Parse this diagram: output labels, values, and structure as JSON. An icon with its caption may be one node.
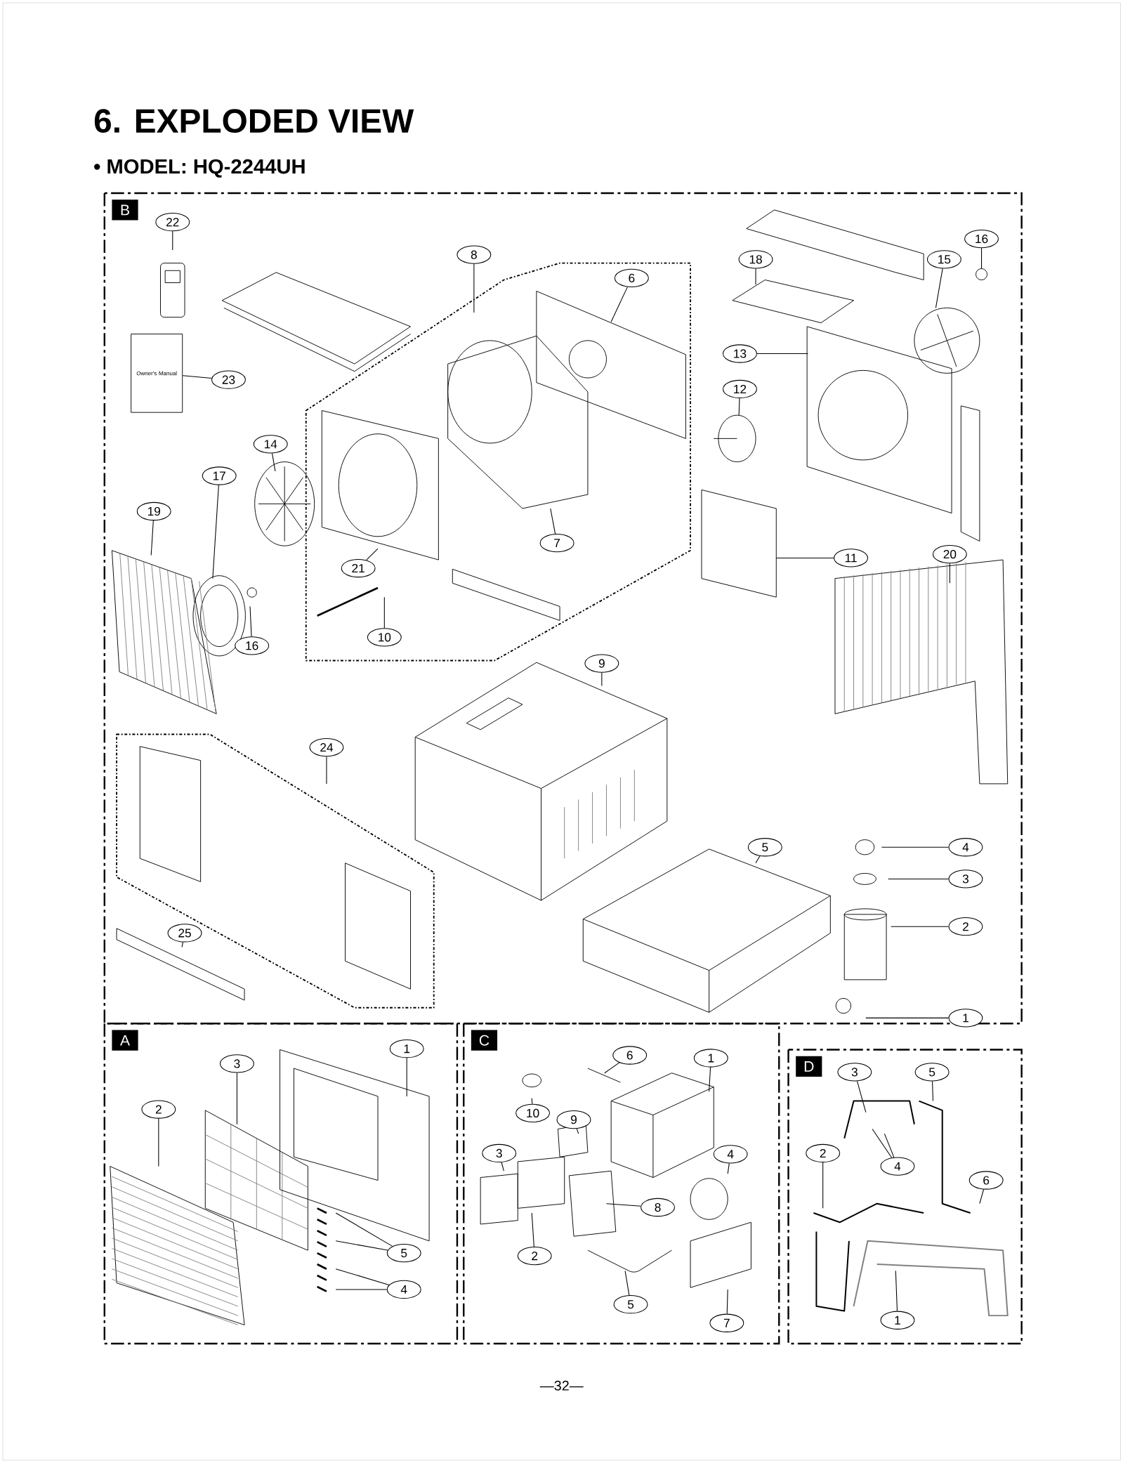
{
  "diagram": {
    "title": "6. EXPLODED VIEW",
    "nodes": [
      {
        "text": [
          "B"
        ]
      },
      {
        "text": [
          "22"
        ],
        "in": 0
      },
      {
        "text": [
          "23"
        ],
        "in": 0
      },
      {
        "text": [
          "8"
        ],
        "in": 0
      },
      {
        "text": [
          "6"
        ],
        "in": 0
      },
      {
        "text": [
          "18"
        ],
        "in": 0
      },
      {
        "text": [
          "15"
        ],
        "in": 0
      },
      {
        "text": [
          "16"
        ],
        "in": 0
      },
      {
        "text": [
          "13"
        ],
        "in": 0
      },
      {
        "text": [
          "12"
        ],
        "in": 0
      },
      {
        "text": [
          "14"
        ],
        "in": 0
      },
      {
        "text": [
          "17"
        ],
        "in": 0
      },
      {
        "text": [
          "19"
        ],
        "in": 0
      },
      {
        "text": [
          "21"
        ],
        "in": 0
      },
      {
        "text": [
          "7"
        ],
        "in": 0
      },
      {
        "text": [
          "10"
        ],
        "in": 0
      },
      {
        "text": [
          "16"
        ],
        "in": 0
      },
      {
        "text": [
          "11"
        ],
        "in": 0
      },
      {
        "text": [
          "20"
        ],
        "in": 0
      },
      {
        "text": [
          "9"
        ],
        "in": 0
      },
      {
        "text": [
          "24"
        ],
        "in": 0
      },
      {
        "text": [
          "25"
        ],
        "in": 0
      },
      {
        "text": [
          "5"
        ],
        "in": 0
      },
      {
        "text": [
          "4"
        ],
        "in": 0
      },
      {
        "text": [
          "3"
        ],
        "in": 0
      },
      {
        "text": [
          "2"
        ],
        "in": 0
      },
      {
        "text": [
          "1"
        ],
        "in": 0
      },
      {
        "text": [
          "A"
        ]
      },
      {
        "text": [
          "1"
        ],
        "in": 27
      },
      {
        "text": [
          "3"
        ],
        "in": 27
      },
      {
        "text": [
          "2"
        ],
        "in": 27
      },
      {
        "text": [
          "5"
        ],
        "in": 27
      },
      {
        "text": [
          "4"
        ],
        "in": 27
      },
      {
        "text": [
          "C"
        ]
      },
      {
        "text": [
          "6"
        ],
        "in": 33
      },
      {
        "text": [
          "1"
        ],
        "in": 33
      },
      {
        "text": [
          "10"
        ],
        "in": 33
      },
      {
        "text": [
          "9"
        ],
        "in": 33
      },
      {
        "text": [
          "3"
        ],
        "in": 33
      },
      {
        "text": [
          "4"
        ],
        "in": 33
      },
      {
        "text": [
          "8"
        ],
        "in": 33
      },
      {
        "text": [
          "2"
        ],
        "in": 33
      },
      {
        "text": [
          "5"
        ],
        "in": 33
      },
      {
        "text": [
          "7"
        ],
        "in": 33
      },
      {
        "text": [
          "D"
        ]
      },
      {
        "text": [
          "3"
        ],
        "in": 44
      },
      {
        "text": [
          "5"
        ],
        "in": 44
      },
      {
        "text": [
          "2"
        ],
        "in": 44
      },
      {
        "text": [
          "4"
        ],
        "in": 44
      },
      {
        "text": [
          "6"
        ],
        "in": 44
      },
      {
        "text": [
          "1"
        ],
        "in": 44
      },
      {
        "text": [
          "Owner's Manual"
        ],
        "in": 0
      },
      {
        "text": [],
        "shape": "circle",
        "in": 0
      }
    ],
    "edges": [
      {
        "from": 1,
        "to": null,
        "arrow": "none"
      },
      {
        "from": 2,
        "to": 51,
        "arrow": "none"
      },
      {
        "from": 3,
        "to": null,
        "arrow": "none"
      },
      {
        "from": 4,
        "to": null,
        "arrow": "none"
      },
      {
        "from": 5,
        "to": null,
        "arrow": "none"
      },
      {
        "from": 6,
        "to": null,
        "arrow": "none"
      },
      {
        "from": 7,
        "to": 52,
        "arrow": "none"
      },
      {
        "from": 8,
        "to": null,
        "arrow": "none"
      },
      {
        "from": 9,
        "to": null,
        "arrow": "none"
      },
      {
        "from": 10,
        "to": null,
        "arrow": "none"
      },
      {
        "from": 11,
        "to": null,
        "arrow": "none"
      },
      {
        "from": 12,
        "to": null,
        "arrow": "none"
      },
      {
        "from": 13,
        "to": null,
        "arrow": "none"
      },
      {
        "from": 14,
        "to": null,
        "arrow": "none"
      },
      {
        "from": 15,
        "to": null,
        "arrow": "none"
      },
      {
        "from": 16,
        "to": null,
        "arrow": "none"
      },
      {
        "from": 17,
        "to": null,
        "arrow": "none"
      },
      {
        "from": 18,
        "to": null,
        "arrow": "none"
      },
      {
        "from": 19,
        "to": null,
        "arrow": "none"
      },
      {
        "from": 20,
        "to": null,
        "arrow": "none"
      },
      {
        "from": 21,
        "to": null,
        "arrow": "none"
      },
      {
        "from": 22,
        "to": null,
        "arrow": "none"
      },
      {
        "from": 23,
        "to": null,
        "arrow": "none"
      },
      {
        "from": 24,
        "to": null,
        "arrow": "none"
      },
      {
        "from": 25,
        "to": null,
        "arrow": "none"
      },
      {
        "from": 26,
        "to": null,
        "arrow": "none"
      },
      {
        "from": 28,
        "to": null,
        "arrow": "none"
      },
      {
        "from": 29,
        "to": null,
        "arrow": "none"
      },
      {
        "from": 30,
        "to": null,
        "arrow": "none"
      },
      {
        "from": 31,
        "to": null,
        "arrow": "none"
      },
      {
        "from": 31,
        "to": null,
        "arrow": "none"
      },
      {
        "from": 32,
        "to": null,
        "arrow": "none"
      },
      {
        "from": 32,
        "to": null,
        "arrow": "none"
      },
      {
        "from": 34,
        "to": null,
        "arrow": "none"
      },
      {
        "from": 35,
        "to": null,
        "arrow": "none"
      },
      {
        "from": 36,
        "to": null,
        "arrow": "none"
      },
      {
        "from": 37,
        "to": null,
        "arrow": "none"
      },
      {
        "from": 38,
        "to": null,
        "arrow": "none"
      },
      {
        "from": 39,
        "to": null,
        "arrow": "none"
      },
      {
        "from": 40,
        "to": null,
        "arrow": "none"
      },
      {
        "from": 41,
        "to": null,
        "arrow": "none"
      },
      {
        "from": 42,
        "to": null,
        "arrow": "none"
      },
      {
        "from": 43,
        "to": null,
        "arrow": "none"
      },
      {
        "from": 45,
        "to": null,
        "arrow": "none"
      },
      {
        "from": 46,
        "to": null,
        "arrow": "none"
      },
      {
        "from": 47,
        "to": null,
        "arrow": "none"
      },
      {
        "from": 48,
        "to": null,
        "arrow": "none"
      },
      {
        "from": 48,
        "to": null,
        "arrow": "none"
      },
      {
        "from": 49,
        "to": null,
        "arrow": "none"
      },
      {
        "from": 50,
        "to": null,
        "arrow": "none"
      }
    ],
    "labels": [
      "• MODEL: HQ-2244UH",
      "—32—"
    ]
  }
}
